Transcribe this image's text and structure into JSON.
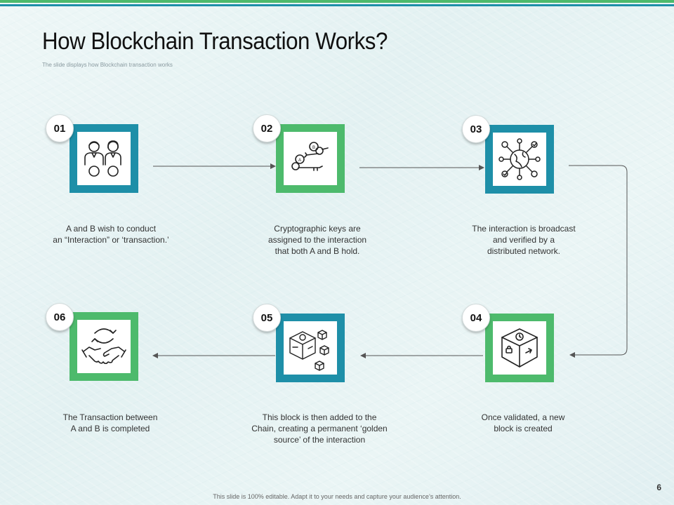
{
  "slide": {
    "title": "How Blockchain Transaction Works?",
    "subtitle": "The slide displays how Blockchain transaction works",
    "page_number": "6",
    "footer": "This slide is 100% editable. Adapt it to your needs and capture your audience’s attention."
  },
  "colors": {
    "teal": "#1e8fa8",
    "green": "#4dba6c",
    "connector": "#555555"
  },
  "steps": [
    {
      "number": "01",
      "icon": "two-people-icon",
      "text": "A and B wish to conduct\nan “Interaction” or ‘transaction.’"
    },
    {
      "number": "02",
      "icon": "cryptographic-keys-icon",
      "text": "Cryptographic keys are\nassigned to the interaction\nthat both A and B hold."
    },
    {
      "number": "03",
      "icon": "distributed-network-icon",
      "text": "The interaction is broadcast\nand verified by a\ndistributed network."
    },
    {
      "number": "04",
      "icon": "new-block-icon",
      "text": "Once validated, a new\nblock is created"
    },
    {
      "number": "05",
      "icon": "block-chain-icon",
      "text": "This block is then added to the\nChain, creating a permanent ‘golden\nsource’ of the interaction"
    },
    {
      "number": "06",
      "icon": "handshake-icon",
      "text": "The Transaction between\nA and B is completed"
    }
  ]
}
